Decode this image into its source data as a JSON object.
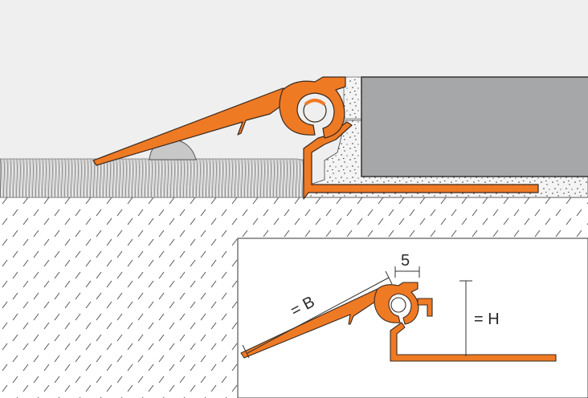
{
  "labels": {
    "width_label": "= B",
    "height_label": "= H",
    "lip_label": "5"
  },
  "colors": {
    "background": "#efefef",
    "profile": "#ef7a24",
    "profile_edge": "#3a2a20",
    "tile": "#a6a7a9",
    "carpet": "#ececec",
    "insert": "#c8c8c8",
    "line": "#333333"
  }
}
